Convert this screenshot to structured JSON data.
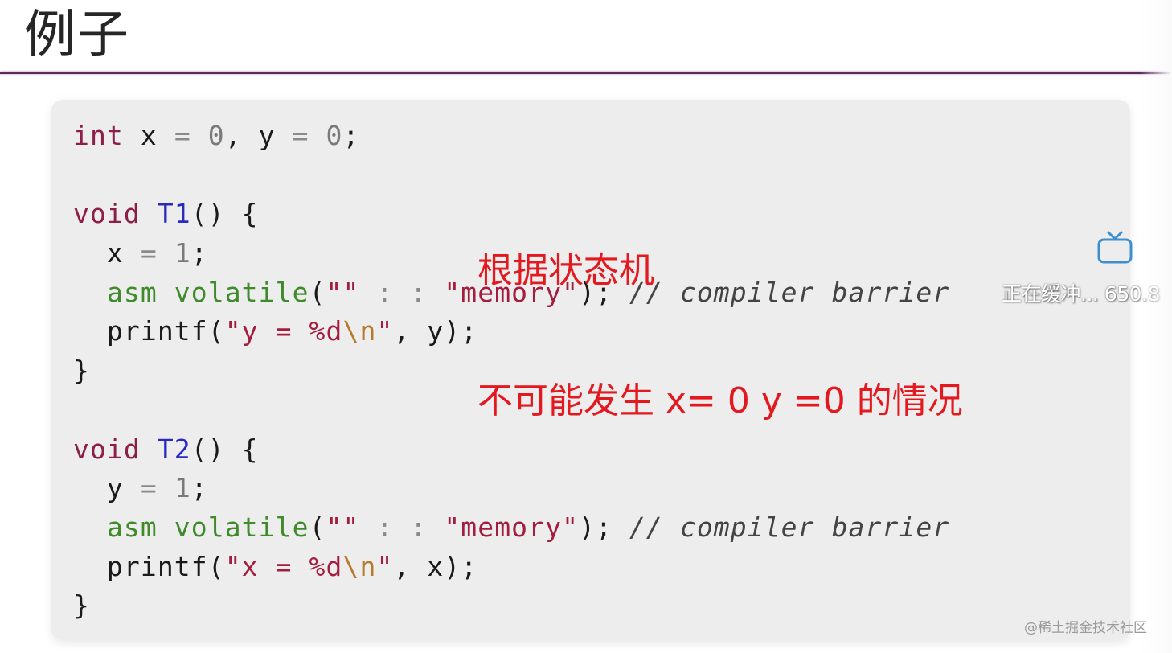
{
  "slide": {
    "title": "例子"
  },
  "code": {
    "lines": [
      [
        {
          "t": "int",
          "c": "kw"
        },
        {
          "t": " x ",
          "c": "pl"
        },
        {
          "t": "=",
          "c": "op"
        },
        {
          "t": " ",
          "c": "pl"
        },
        {
          "t": "0",
          "c": "num"
        },
        {
          "t": ", y ",
          "c": "pl"
        },
        {
          "t": "=",
          "c": "op"
        },
        {
          "t": " ",
          "c": "pl"
        },
        {
          "t": "0",
          "c": "num"
        },
        {
          "t": ";",
          "c": "pl"
        }
      ],
      [],
      [
        {
          "t": "void",
          "c": "kw"
        },
        {
          "t": " ",
          "c": "pl"
        },
        {
          "t": "T1",
          "c": "fn"
        },
        {
          "t": "() {",
          "c": "pl"
        }
      ],
      [
        {
          "t": "  x ",
          "c": "pl"
        },
        {
          "t": "=",
          "c": "op"
        },
        {
          "t": " ",
          "c": "pl"
        },
        {
          "t": "1",
          "c": "num"
        },
        {
          "t": ";",
          "c": "pl"
        }
      ],
      [
        {
          "t": "  ",
          "c": "pl"
        },
        {
          "t": "asm volatile",
          "c": "asm"
        },
        {
          "t": "(",
          "c": "pl"
        },
        {
          "t": "\"\"",
          "c": "str"
        },
        {
          "t": " : : ",
          "c": "op"
        },
        {
          "t": "\"memory\"",
          "c": "str"
        },
        {
          "t": "); ",
          "c": "pl"
        },
        {
          "t": "// compiler barrier",
          "c": "cm"
        }
      ],
      [
        {
          "t": "  printf(",
          "c": "pl"
        },
        {
          "t": "\"y = %d",
          "c": "str"
        },
        {
          "t": "\\n",
          "c": "esc"
        },
        {
          "t": "\"",
          "c": "str"
        },
        {
          "t": ", y);",
          "c": "pl"
        }
      ],
      [
        {
          "t": "}",
          "c": "pl"
        }
      ],
      [],
      [
        {
          "t": "void",
          "c": "kw"
        },
        {
          "t": " ",
          "c": "pl"
        },
        {
          "t": "T2",
          "c": "fn"
        },
        {
          "t": "() {",
          "c": "pl"
        }
      ],
      [
        {
          "t": "  y ",
          "c": "pl"
        },
        {
          "t": "=",
          "c": "op"
        },
        {
          "t": " ",
          "c": "pl"
        },
        {
          "t": "1",
          "c": "num"
        },
        {
          "t": ";",
          "c": "pl"
        }
      ],
      [
        {
          "t": "  ",
          "c": "pl"
        },
        {
          "t": "asm volatile",
          "c": "asm"
        },
        {
          "t": "(",
          "c": "pl"
        },
        {
          "t": "\"\"",
          "c": "str"
        },
        {
          "t": " : : ",
          "c": "op"
        },
        {
          "t": "\"memory\"",
          "c": "str"
        },
        {
          "t": "); ",
          "c": "pl"
        },
        {
          "t": "// compiler barrier",
          "c": "cm"
        }
      ],
      [
        {
          "t": "  printf(",
          "c": "pl"
        },
        {
          "t": "\"x = %d",
          "c": "str"
        },
        {
          "t": "\\n",
          "c": "esc"
        },
        {
          "t": "\"",
          "c": "str"
        },
        {
          "t": ", x);",
          "c": "pl"
        }
      ],
      [
        {
          "t": "}",
          "c": "pl"
        }
      ]
    ]
  },
  "annotation": {
    "line1": "根据状态机",
    "line2": "不可能发生 x= 0 y =0 的情况",
    "color": "#e3191f"
  },
  "player": {
    "buffer_icon": "tv-icon",
    "buffer_text": "正在缓冲... 650.8",
    "icon_color": "#3f8fd0"
  },
  "watermark": {
    "text": "@稀土掘金技术社区"
  },
  "colors": {
    "title_rule": "#5a2a5a",
    "code_bg": "#ededed",
    "keyword": "#8c1e48",
    "function": "#2a2ac0",
    "asm": "#3f8a2a",
    "string": "#a31e3e"
  }
}
